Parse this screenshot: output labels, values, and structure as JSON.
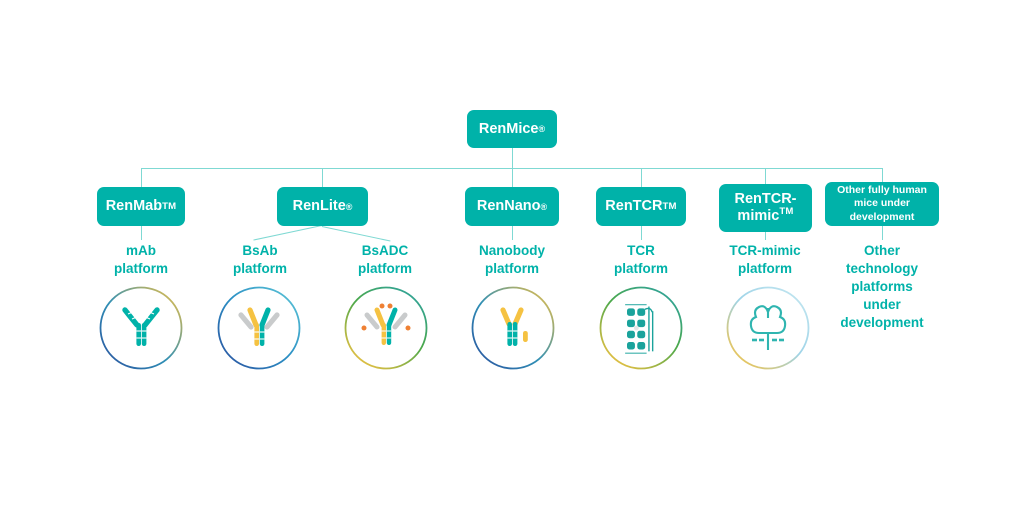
{
  "diagram": {
    "title_text": "RenMice platform family tree",
    "colors": {
      "teal": "#00b2a9",
      "line": "#7fd9d3",
      "yellow": "#f5c242",
      "grey": "#c9cbcc",
      "orange": "#ef8033",
      "blue": "#2b5ea8",
      "green": "#4aa84a",
      "white": "#ffffff"
    },
    "root": {
      "id": "renmice",
      "label": "RenMice",
      "mark": "®",
      "mark_type": "registered"
    },
    "platforms": [
      {
        "id": "renmab",
        "label": "RenMab",
        "mark": "TM",
        "mark_type": "trademark",
        "caption": "mAb\nplatform",
        "icon_name": "antibody-icon",
        "ring_from": "#f5c242",
        "ring_to": "#2b5ea8"
      },
      {
        "id": "renlite",
        "label": "RenLite",
        "mark": "®",
        "mark_type": "registered",
        "caption": null,
        "children": [
          {
            "id": "bsab",
            "caption": "BsAb\nplatform",
            "icon_name": "bispecific-antibody-icon",
            "ring_from": "#2b9ec4",
            "ring_to": "#2b5ea8"
          },
          {
            "id": "bsadc",
            "caption": "BsADC\nplatform",
            "icon_name": "antibody-drug-conjugate-icon",
            "ring_from": "#4aa84a",
            "ring_to": "#f5c242"
          }
        ]
      },
      {
        "id": "rennano",
        "label": "RenNano",
        "mark": "®",
        "mark_type": "registered",
        "caption": "Nanobody\nplatform",
        "icon_name": "nanobody-icon",
        "ring_from": "#f5c242",
        "ring_to": "#2b5ea8"
      },
      {
        "id": "rentcr",
        "label": "RenTCR",
        "mark": "TM",
        "mark_type": "trademark",
        "caption": "TCR\nplatform",
        "icon_name": "tcr-locus-icon",
        "ring_from": "#4aa84a",
        "ring_to": "#f5c242"
      },
      {
        "id": "rentcr-mimic",
        "label": "RenTCR-\nmimic",
        "mark": "TM",
        "mark_type": "trademark",
        "caption": "TCR-mimic\nplatform",
        "icon_name": "tcr-mimic-icon",
        "ring_from": "#9fd4e8",
        "ring_to": "#f5c242"
      },
      {
        "id": "other-mice",
        "label": "Other fully human\nmice under\ndevelopment",
        "mark": "",
        "mark_type": "none",
        "caption": "Other\ntechnology\nplatforms\nunder\ndevelopment",
        "icon_name": null
      }
    ]
  }
}
